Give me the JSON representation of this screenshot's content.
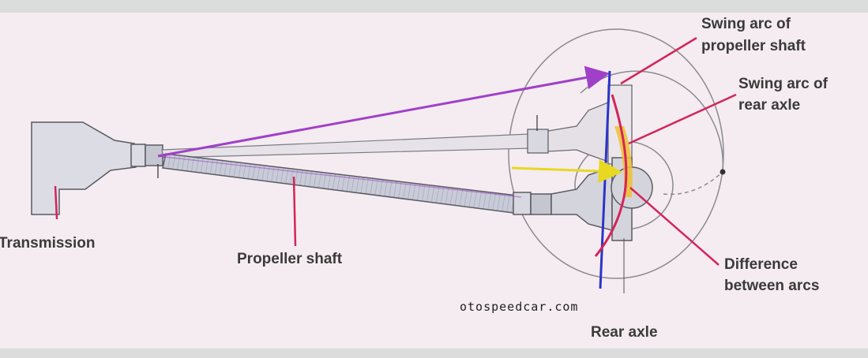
{
  "labels": {
    "transmission": "Transmission",
    "propeller_shaft": "Propeller shaft",
    "swing_arc_propeller_line1": "Swing arc of",
    "swing_arc_propeller_line2": "propeller shaft",
    "swing_arc_rear_line1": "Swing arc of",
    "swing_arc_rear_line2": "rear axle",
    "difference_line1": "Difference",
    "difference_line2": "between arcs",
    "rear_axle": "Rear axle"
  },
  "watermark": "otospeedcar.com",
  "colors": {
    "background": "#f4ecf0",
    "frame": "#dcdcdc",
    "leader": "#d4245a",
    "purple_arrow": "#a040c8",
    "blue_line": "#2c34c8",
    "yellow_arrow": "#e8d820",
    "shaft_fill": "#c9ccd8",
    "outline": "#5a5a62"
  }
}
